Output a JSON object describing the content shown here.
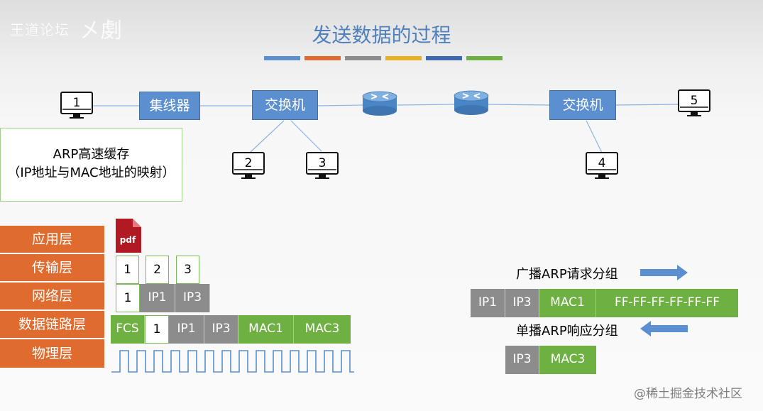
{
  "watermark": {
    "text": "王道论坛",
    "mark": "㐅㓺"
  },
  "title": "发送数据的过程",
  "colors": {
    "bars": [
      "#5b8fcf",
      "#e06b2e",
      "#8c8c8c",
      "#e8b023",
      "#3f6ab0",
      "#6fb043"
    ],
    "layer": "#e06b2e",
    "gray": "#8c8c8c",
    "green": "#6fb043",
    "device": "#5b8fcf"
  },
  "network": {
    "pcs": [
      "1",
      "2",
      "3",
      "5",
      "4"
    ],
    "hub_label": "集线器",
    "switch_left_label": "交换机",
    "switch_right_label": "交换机",
    "router_icon": "router-icon"
  },
  "arp_cache": {
    "line1": "ARP高速缓存",
    "line2": "（IP地址与MAC地址的映射）"
  },
  "layers": [
    "应用层",
    "传输层",
    "网络层",
    "数据链路层",
    "物理层"
  ],
  "app_icon": {
    "name": "pdf-file-icon",
    "text": "pdf"
  },
  "transport_segments": [
    "1",
    "2",
    "3"
  ],
  "network_packet": [
    "1",
    "IP1",
    "IP3"
  ],
  "frame": [
    "FCS",
    "1",
    "IP1",
    "IP3",
    "MAC1",
    "MAC3"
  ],
  "arp": {
    "broadcast_label": "广播ARP请求分组",
    "request": [
      "IP1",
      "IP3",
      "MAC1",
      "FF-FF-FF-FF-FF-FF"
    ],
    "unicast_label": "单播ARP响应分组",
    "reply": [
      "IP3",
      "MAC3"
    ]
  },
  "attribution": "@稀土掘金技术社区"
}
